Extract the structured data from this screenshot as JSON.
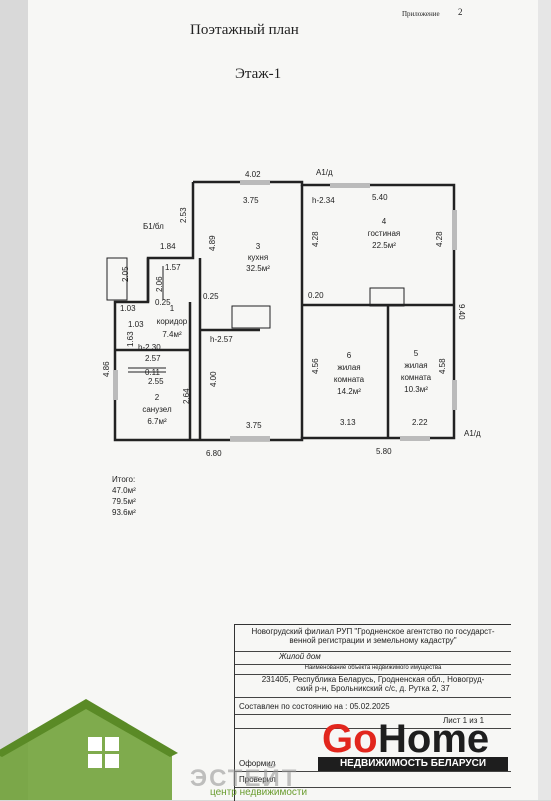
{
  "header": {
    "appendix_label": "Приложение",
    "appendix_number": "2",
    "title": "Поэтажный план",
    "floor": "Этаж-1"
  },
  "dimensions": {
    "top_left": "4.02",
    "axis_top": "А1/д",
    "top_right": "5.40",
    "inner_top_left": "3.75",
    "h_right": "h-2.34",
    "axis_left": "Б1/бл",
    "d253": "2.53",
    "d184": "1.84",
    "d489": "4.89",
    "d428a": "4.28",
    "d428b": "4.28",
    "d205": "2.05",
    "d157": "1.57",
    "d206": "2.06",
    "d103a": "1.03",
    "d025a": "0.25",
    "d025b": "0.25",
    "d020": "0.20",
    "d940": "9.40",
    "d103b": "1.03",
    "d163": "1.63",
    "h230": "h-2.30",
    "h257": "h-2.57",
    "d257": "2.57",
    "d011": "0.11",
    "d255": "2.55",
    "d486": "4.86",
    "d400": "4.00",
    "d264": "2.64",
    "d456": "4.56",
    "d458": "4.58",
    "bottom_mid": "3.75",
    "d313": "3.13",
    "d222": "2.22",
    "axis_right": "А1/д",
    "bottom_left": "6.80",
    "bottom_right": "5.80"
  },
  "rooms": [
    {
      "num": "1",
      "name": "коридор",
      "area": "7.4м²"
    },
    {
      "num": "2",
      "name": "санузел",
      "area": "6.7м²"
    },
    {
      "num": "3",
      "name": "кухня",
      "area": "32.5м²"
    },
    {
      "num": "4",
      "name": "гостиная",
      "area": "22.5м²"
    },
    {
      "num": "5",
      "name_line1": "жилая",
      "name_line2": "комната",
      "area": "10.3м²"
    },
    {
      "num": "6",
      "name_line1": "жилая",
      "name_line2": "комната",
      "area": "14.2м²"
    }
  ],
  "totals": {
    "label": "Итого:",
    "v1": "47.0м²",
    "v2": "79.5м²",
    "v3": "93.6м²"
  },
  "stamp": {
    "org_line1": "Новогрудский филиал РУП \"Гродненское агентство по государст-",
    "org_line2": "венной регистрации и земельному кадастру\"",
    "object": "Жилой дом",
    "object_caption": "Наименование объекта недвижимого имущества",
    "address_line1": "231405, Республика Беларусь, Гродненская обл., Новогруд-",
    "address_line2": "ский р-н, Брольникский с/с, д. Рутка 2, 37",
    "compiled": "Составлен по состоянию на : 05.02.2025",
    "sheet": "Лист  1 из 1",
    "issued": "Оформил",
    "checked": "Проверил"
  },
  "brand": {
    "logo_go": "Go",
    "logo_home": "Home",
    "tagline": "НЕДВИЖИМОСТЬ БЕЛАРУСИ",
    "watermark": "ЭСТЕЙТ",
    "watermark_sub": "центр недвижимости"
  },
  "colors": {
    "brand_red": "#e2261d",
    "brand_dark": "#1e1e1e",
    "house_green": "#6a9d2f"
  }
}
